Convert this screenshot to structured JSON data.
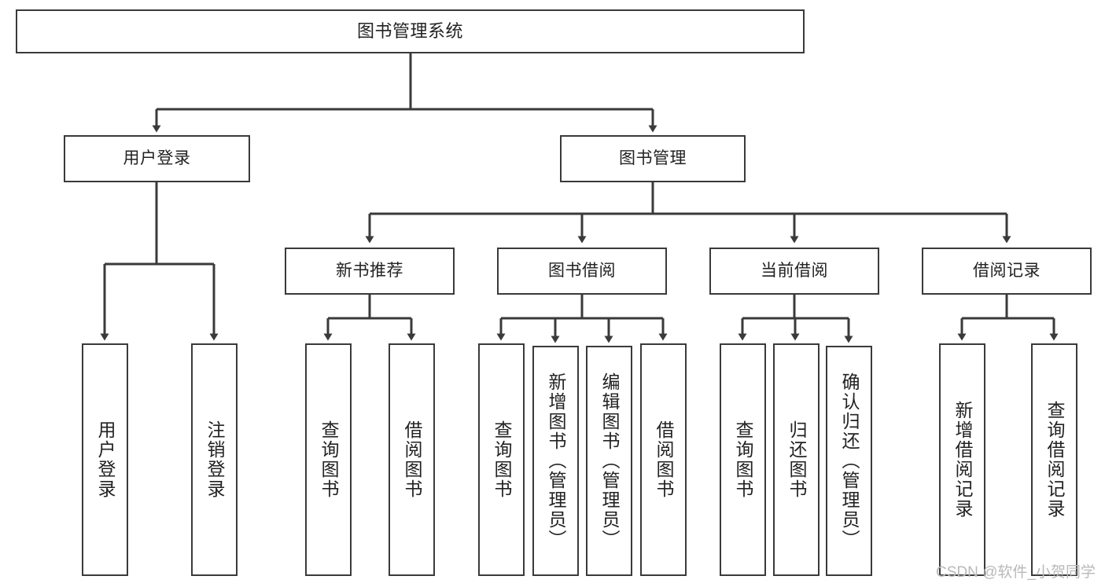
{
  "diagram": {
    "type": "tree-hierarchy",
    "title": "图书管理系统",
    "root": {
      "id": "root",
      "label": "图书管理系统"
    },
    "level1": [
      {
        "id": "user-login",
        "label": "用户登录"
      },
      {
        "id": "book-management",
        "label": "图书管理"
      }
    ],
    "level2": [
      {
        "id": "new-book-recommend",
        "label": "新书推荐",
        "parent": "book-management"
      },
      {
        "id": "book-borrow",
        "label": "图书借阅",
        "parent": "book-management"
      },
      {
        "id": "current-borrow",
        "label": "当前借阅",
        "parent": "book-management"
      },
      {
        "id": "borrow-record",
        "label": "借阅记录",
        "parent": "book-management"
      }
    ],
    "leaves": [
      {
        "id": "leaf-user-login",
        "label": "用户登录",
        "parent": "user-login"
      },
      {
        "id": "leaf-logout-login",
        "label": "注销登录",
        "parent": "user-login"
      },
      {
        "id": "leaf-query-book-1",
        "label": "查询图书",
        "parent": "new-book-recommend"
      },
      {
        "id": "leaf-borrow-book-1",
        "label": "借阅图书",
        "parent": "new-book-recommend"
      },
      {
        "id": "leaf-query-book-2",
        "label": "查询图书",
        "parent": "book-borrow"
      },
      {
        "id": "leaf-add-book",
        "label": "新增图书（管理员）",
        "parent": "book-borrow"
      },
      {
        "id": "leaf-edit-book",
        "label": "编辑图书（管理员）",
        "parent": "book-borrow"
      },
      {
        "id": "leaf-borrow-book-2",
        "label": "借阅图书",
        "parent": "book-borrow"
      },
      {
        "id": "leaf-query-book-3",
        "label": "查询图书",
        "parent": "current-borrow"
      },
      {
        "id": "leaf-return-book",
        "label": "归还图书",
        "parent": "current-borrow"
      },
      {
        "id": "leaf-confirm-return",
        "label": "确认归还（管理员）",
        "parent": "current-borrow"
      },
      {
        "id": "leaf-add-record",
        "label": "新增借阅记录",
        "parent": "borrow-record"
      },
      {
        "id": "leaf-query-record",
        "label": "查询借阅记录",
        "parent": "borrow-record"
      }
    ]
  },
  "watermark": {
    "text": "CSDN @软件_小贺同学"
  },
  "colors": {
    "stroke": "#3a3a3a",
    "text": "#222222",
    "background": "#ffffff",
    "watermark": "#b9b9b9"
  }
}
